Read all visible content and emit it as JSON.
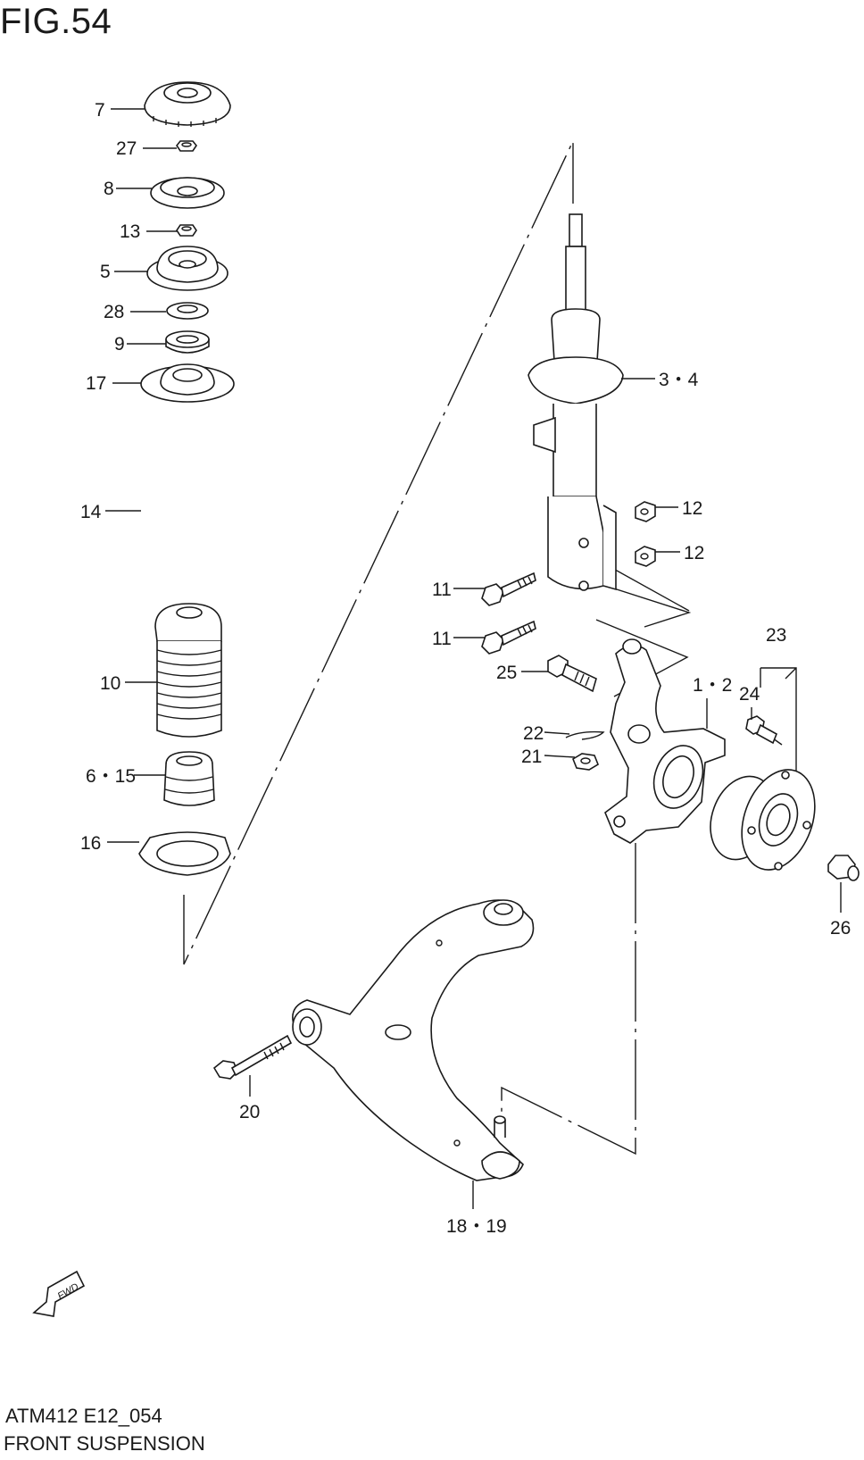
{
  "figure": {
    "title": "FIG.54",
    "code": "ATM412 E12_054",
    "name": "FRONT SUSPENSION"
  },
  "fwd_arrow": {
    "text": "FWD"
  },
  "callouts": [
    {
      "id": "7",
      "label": "7"
    },
    {
      "id": "27",
      "label": "27"
    },
    {
      "id": "8",
      "label": "8"
    },
    {
      "id": "13",
      "label": "13"
    },
    {
      "id": "5",
      "label": "5"
    },
    {
      "id": "28",
      "label": "28"
    },
    {
      "id": "9",
      "label": "9"
    },
    {
      "id": "17",
      "label": "17"
    },
    {
      "id": "14",
      "label": "14"
    },
    {
      "id": "10",
      "label": "10"
    },
    {
      "id": "6-15",
      "label": "6・15"
    },
    {
      "id": "16",
      "label": "16"
    },
    {
      "id": "3-4",
      "label": "3・4"
    },
    {
      "id": "12a",
      "label": "12"
    },
    {
      "id": "12b",
      "label": "12"
    },
    {
      "id": "11a",
      "label": "11"
    },
    {
      "id": "11b",
      "label": "11"
    },
    {
      "id": "25",
      "label": "25"
    },
    {
      "id": "1-2",
      "label": "1・2"
    },
    {
      "id": "23",
      "label": "23"
    },
    {
      "id": "24",
      "label": "24"
    },
    {
      "id": "22",
      "label": "22"
    },
    {
      "id": "21",
      "label": "21"
    },
    {
      "id": "26",
      "label": "26"
    },
    {
      "id": "20",
      "label": "20"
    },
    {
      "id": "18-19",
      "label": "18・19"
    }
  ]
}
